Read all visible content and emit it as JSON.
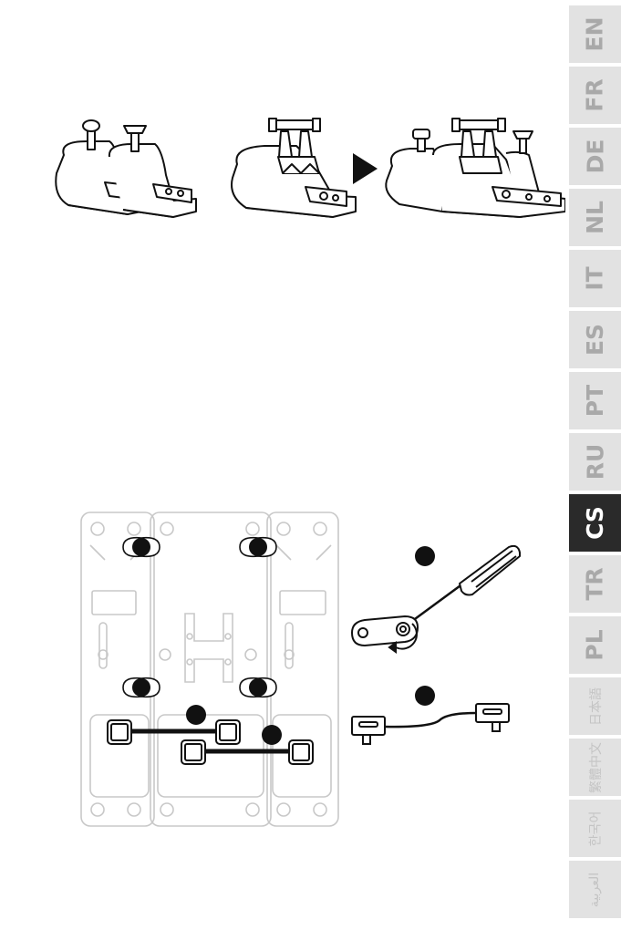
{
  "languages": [
    {
      "code": "EN",
      "active": false
    },
    {
      "code": "FR",
      "active": false
    },
    {
      "code": "DE",
      "active": false
    },
    {
      "code": "NL",
      "active": false
    },
    {
      "code": "IT",
      "active": false
    },
    {
      "code": "ES",
      "active": false
    },
    {
      "code": "PT",
      "active": false
    },
    {
      "code": "RU",
      "active": false
    },
    {
      "code": "CS",
      "active": true
    },
    {
      "code": "TR",
      "active": false
    },
    {
      "code": "PL",
      "active": false
    },
    {
      "code": "日本語",
      "active": false
    },
    {
      "code": "繁體中文",
      "active": false
    },
    {
      "code": "한국어",
      "active": false
    },
    {
      "code": "العربية",
      "active": false
    }
  ],
  "figures": {
    "top": {
      "arrow_icon": "play-arrow-icon"
    },
    "bottom": {
      "tool_icon": "screwdriver-icon",
      "cable_icon": "cable-icon"
    }
  },
  "colors": {
    "tab_inactive": "#e2e2e2",
    "tab_active": "#2a2a2a",
    "line": "#111111",
    "plate": "#c8c8c8"
  }
}
